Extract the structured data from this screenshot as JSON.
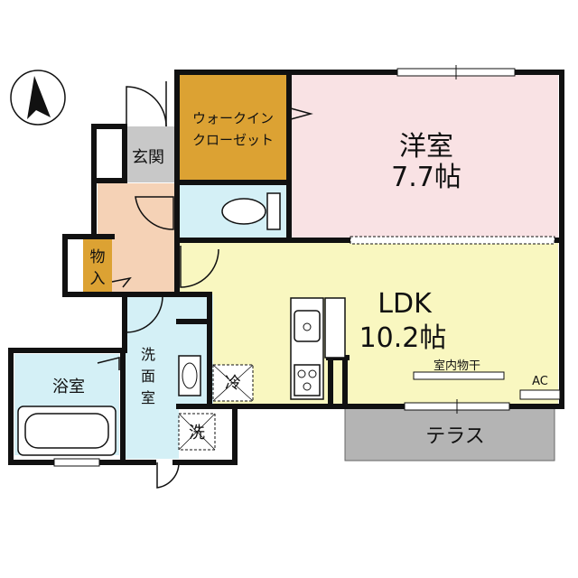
{
  "rooms": {
    "western": {
      "label": "洋室",
      "size": "7.7帖"
    },
    "ldk": {
      "label": "LDK",
      "size": "10.2帖"
    },
    "walkin_line1": "ウォークイン",
    "walkin_line2": "クローゼット",
    "entrance": "玄関",
    "storage_line1": "物",
    "storage_line2": "入",
    "bath": "浴室",
    "washroom_line1": "洗",
    "washroom_line2": "面",
    "washroom_line3": "室",
    "terrace": "テラス"
  },
  "fixtures": {
    "indoor_dry": "室内物干",
    "ac": "AC",
    "fridge": "冷",
    "washer": "洗"
  },
  "colors": {
    "western": "#f9e2e4",
    "ldk": "#f9f7c0",
    "walkin": "#dca233",
    "entry_hall": "#f5d2b6",
    "toilet": "#d4f0f6",
    "washroom": "#d4f0f6",
    "bath": "#d4f0f6",
    "storage": "#dca233",
    "entrance": "#c8c8c8",
    "terrace": "#b4b4b4"
  }
}
